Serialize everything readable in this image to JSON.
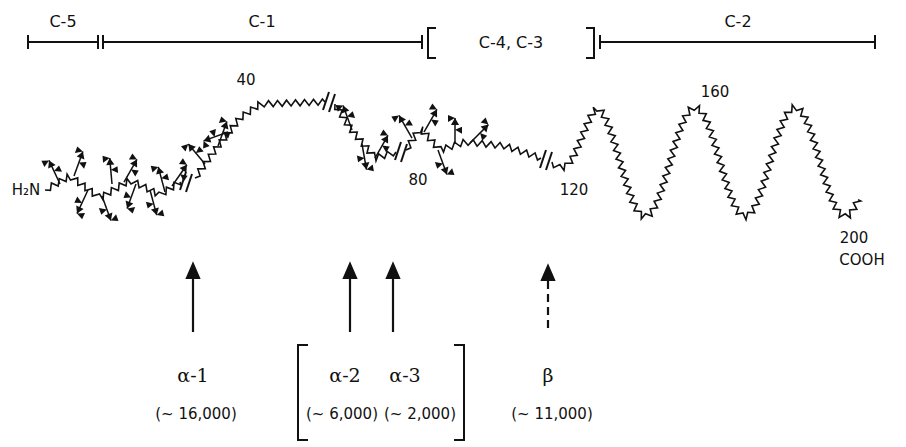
{
  "diagram": {
    "labels": [
      "C-5",
      "C-1",
      "C-4, C-3",
      "C-2",
      "H₂N",
      "40",
      "80",
      "120",
      "160",
      "200",
      "COOH",
      "α-1",
      "α-2",
      "α-3",
      "β",
      "(~ 16,000)",
      "(~ 6,000)",
      "(~ 2,000)",
      "(~ 11,000)"
    ]
  }
}
